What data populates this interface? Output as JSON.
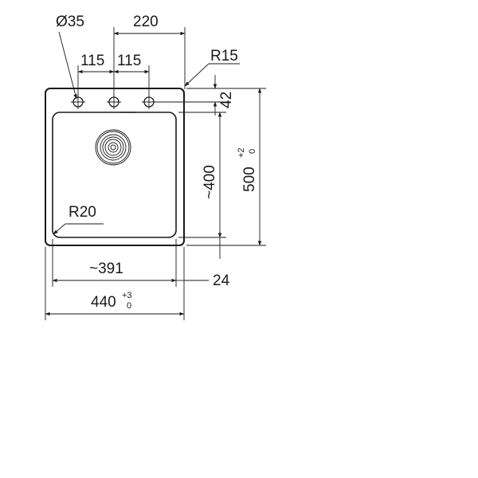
{
  "drawing": {
    "tap_hole_diameter": "Ø35",
    "tap_spacing_total": "220",
    "tap_spacing_left": "115",
    "tap_spacing_right": "115",
    "corner_radius_outer": "R15",
    "tap_offset_top": "42",
    "bowl_depth_length": "~400",
    "overall_length": "500",
    "overall_length_tol_upper": "+2",
    "overall_length_tol_lower": "0",
    "bowl_radius": "R20",
    "bowl_width": "~391",
    "side_offset": "24",
    "overall_width": "440",
    "overall_width_tol_upper": "+3",
    "overall_width_tol_lower": "0"
  }
}
